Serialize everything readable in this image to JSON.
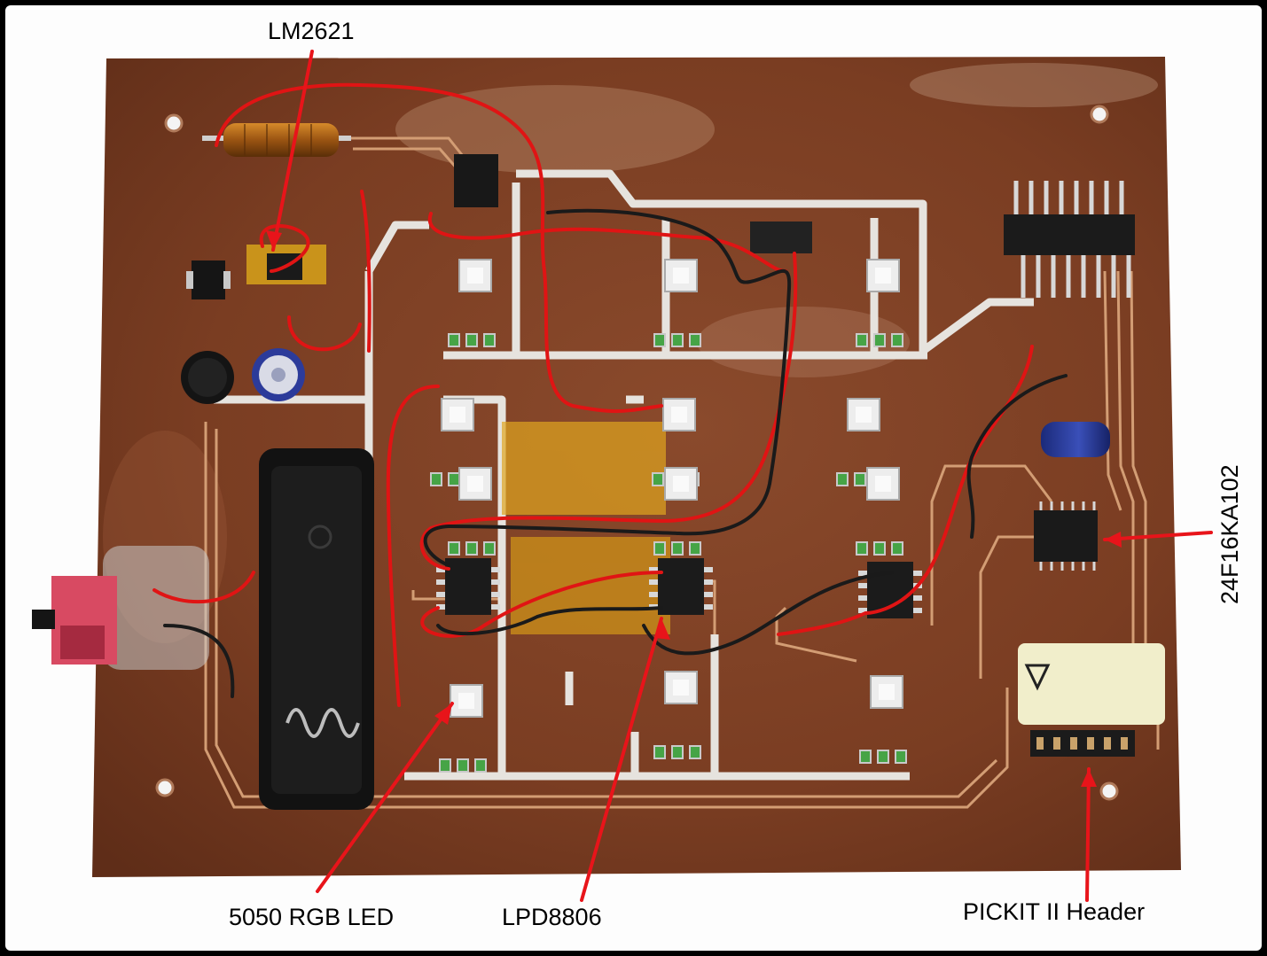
{
  "labels": {
    "lm2621": "LM2621",
    "rgb_led": "5050 RGB LED",
    "lpd8806": "LPD8806",
    "pickit": "PICKIT II Header",
    "mcu": "24F16KA102"
  },
  "colors": {
    "background": "#000000",
    "frame": "#fdfdfd",
    "board": "#7d3f25",
    "trace": "#e2e0dc",
    "copper": "#d39d74",
    "wire_red": "#e01414",
    "wire_black": "#1a1a1a",
    "arrow": "#e8141a"
  },
  "icons": {
    "leds": "rgb-led-icon",
    "drivers": "ic-chip-icon",
    "battery": "battery-holder-icon",
    "switch": "slide-switch-icon",
    "header": "pin-header-icon"
  }
}
